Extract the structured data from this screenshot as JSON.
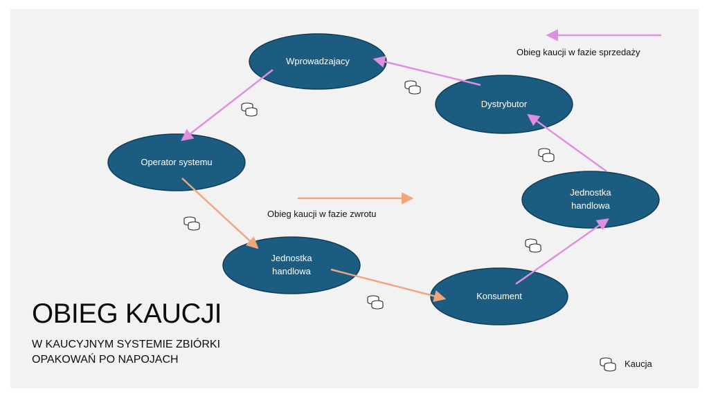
{
  "title": "OBIEG KAUCJI",
  "subtitle": [
    "W KAUCYJNYM SYSTEMIE ZBIÓRKI",
    "OPAKOWAŃ PO NAPOJACH"
  ],
  "legend": {
    "sale_phase": "Obieg kaucji w fazie sprzedaży",
    "return_phase": "Obieg kaucji w fazie zwrotu",
    "deposit": "Kaucja"
  },
  "nodes": {
    "wprowadzajacy": "Wprowadzajacy",
    "dystrybutor": "Dystrybutor",
    "operator": "Operator systemu",
    "jednostka_right": [
      "Jednostka",
      "handlowa"
    ],
    "jednostka_center": [
      "Jednostka",
      "handlowa"
    ],
    "konsument": "Konsument"
  },
  "colors": {
    "node_fill": "#1b5c80",
    "node_stroke": "#0f3d57",
    "sale_arrow": "#e08fe0",
    "return_arrow": "#f0a57c"
  },
  "icons": {
    "deposit": "coin-stack-icon"
  }
}
